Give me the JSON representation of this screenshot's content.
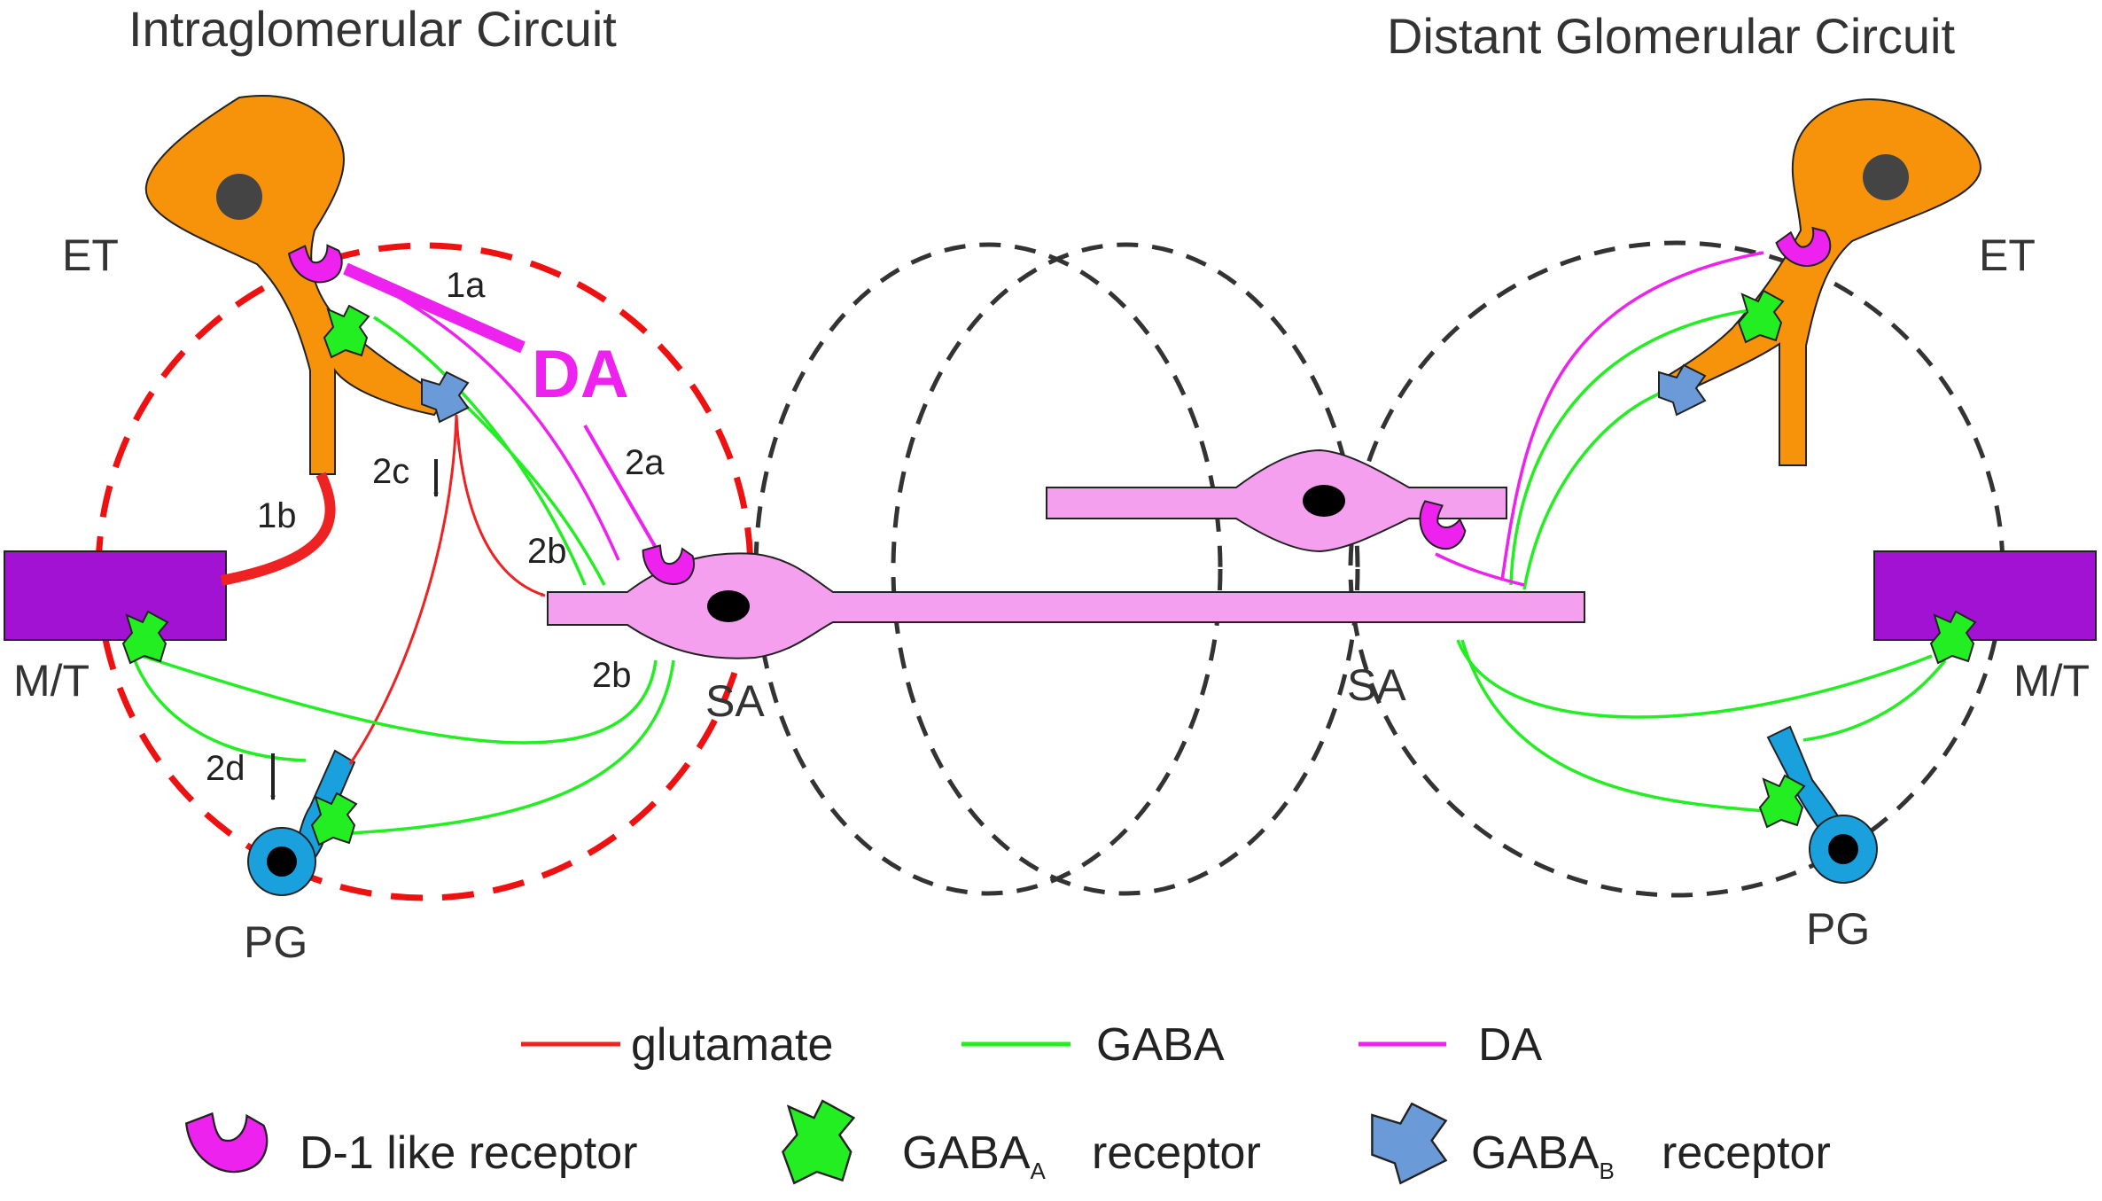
{
  "titles": {
    "left": "Intraglomerular Circuit",
    "right": "Distant Glomerular Circuit"
  },
  "cells": {
    "et_left": "ET",
    "et_right": "ET",
    "mt_left": "M/T",
    "mt_right": "M/T",
    "pg_left": "PG",
    "pg_right": "PG",
    "sa_left": "SA",
    "sa_right": "SA"
  },
  "pathway_labels": {
    "p1a": "1a",
    "p1b": "1b",
    "p2a": "2a",
    "p2b_upper": "2b",
    "p2b_lower": "2b",
    "p2c": "2c",
    "p2d": "2d",
    "da": "DA"
  },
  "legend": {
    "glutamate": "glutamate",
    "gaba": "GABA",
    "da": "DA",
    "d1_receptor": "D-1 like receptor",
    "gaba_a_main": "GABA",
    "gaba_a_sub": "A",
    "gaba_a_suffix": "receptor",
    "gaba_b_main": "GABA",
    "gaba_b_sub": "B",
    "gaba_b_suffix": "receptor"
  },
  "colors": {
    "glutamate": "#ee2222",
    "gaba": "#22ee22",
    "da": "#ee22ee",
    "et_cell": "#f7920b",
    "mt_cell": "#a212d2",
    "pg_cell": "#1aa0dc",
    "sa_cell": "#f5a0ee",
    "gaba_b_receptor": "#6a9ad8",
    "glomerulus_boundary_active": "#ee1111",
    "glomerulus_boundary": "#333333"
  }
}
